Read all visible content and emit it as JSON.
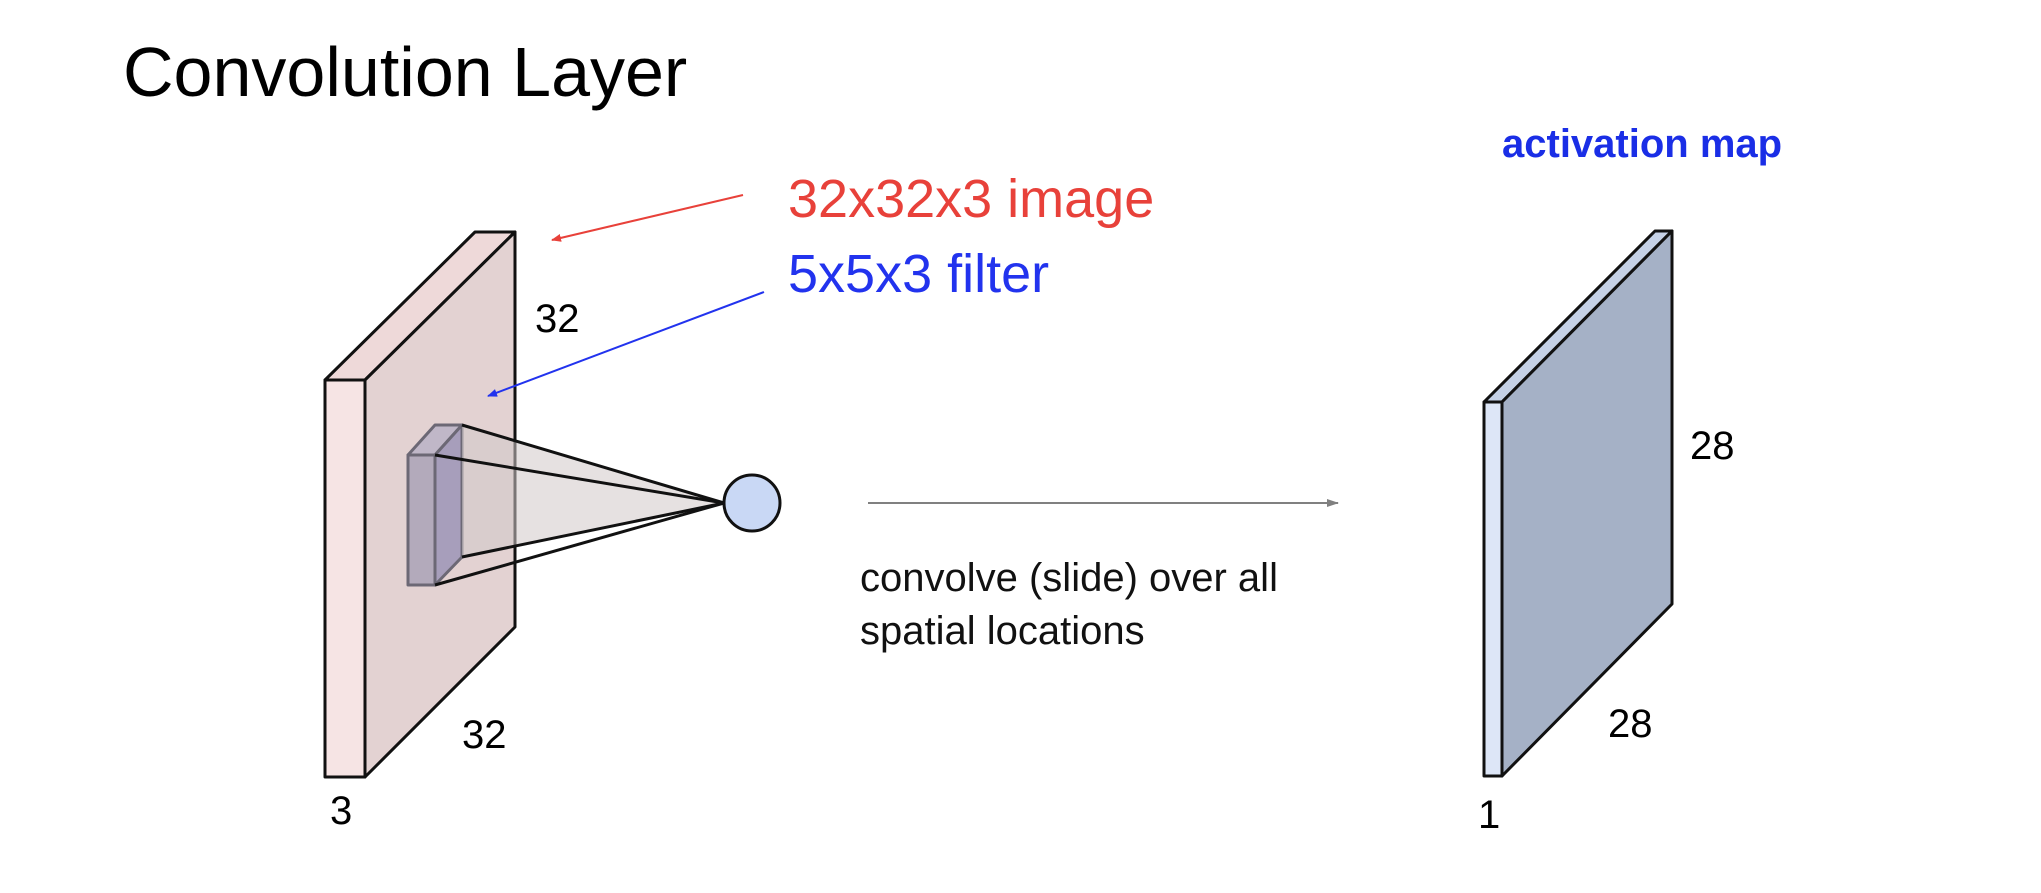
{
  "slide": {
    "title": "Convolution Layer"
  },
  "annotations": {
    "image_label": "32x32x3 image",
    "filter_label": "5x5x3 filter",
    "activation_map_label": "activation map",
    "convolve_line1": "convolve (slide) over all",
    "convolve_line2": "spatial locations"
  },
  "input_volume": {
    "height_label": "32",
    "width_label": "32",
    "depth_label": "3"
  },
  "output_volume": {
    "height_label": "28",
    "width_label": "28",
    "depth_label": "1"
  },
  "colors": {
    "title": "#000000",
    "image_label": "#e8413a",
    "filter_label": "#2233ee",
    "activation_label": "#1a2ee6",
    "input_front": "#f6e4e4",
    "input_face": "#e3d2d2",
    "input_side": "#eed9d9",
    "filter_front": "#b3aabb",
    "filter_side": "#a79ebb",
    "neuron": "#c9d8f5",
    "output_front": "#dde6f7",
    "output_face": "#a5b1c6",
    "output_top": "#c5d1e6",
    "arrow_gray": "#808080"
  }
}
